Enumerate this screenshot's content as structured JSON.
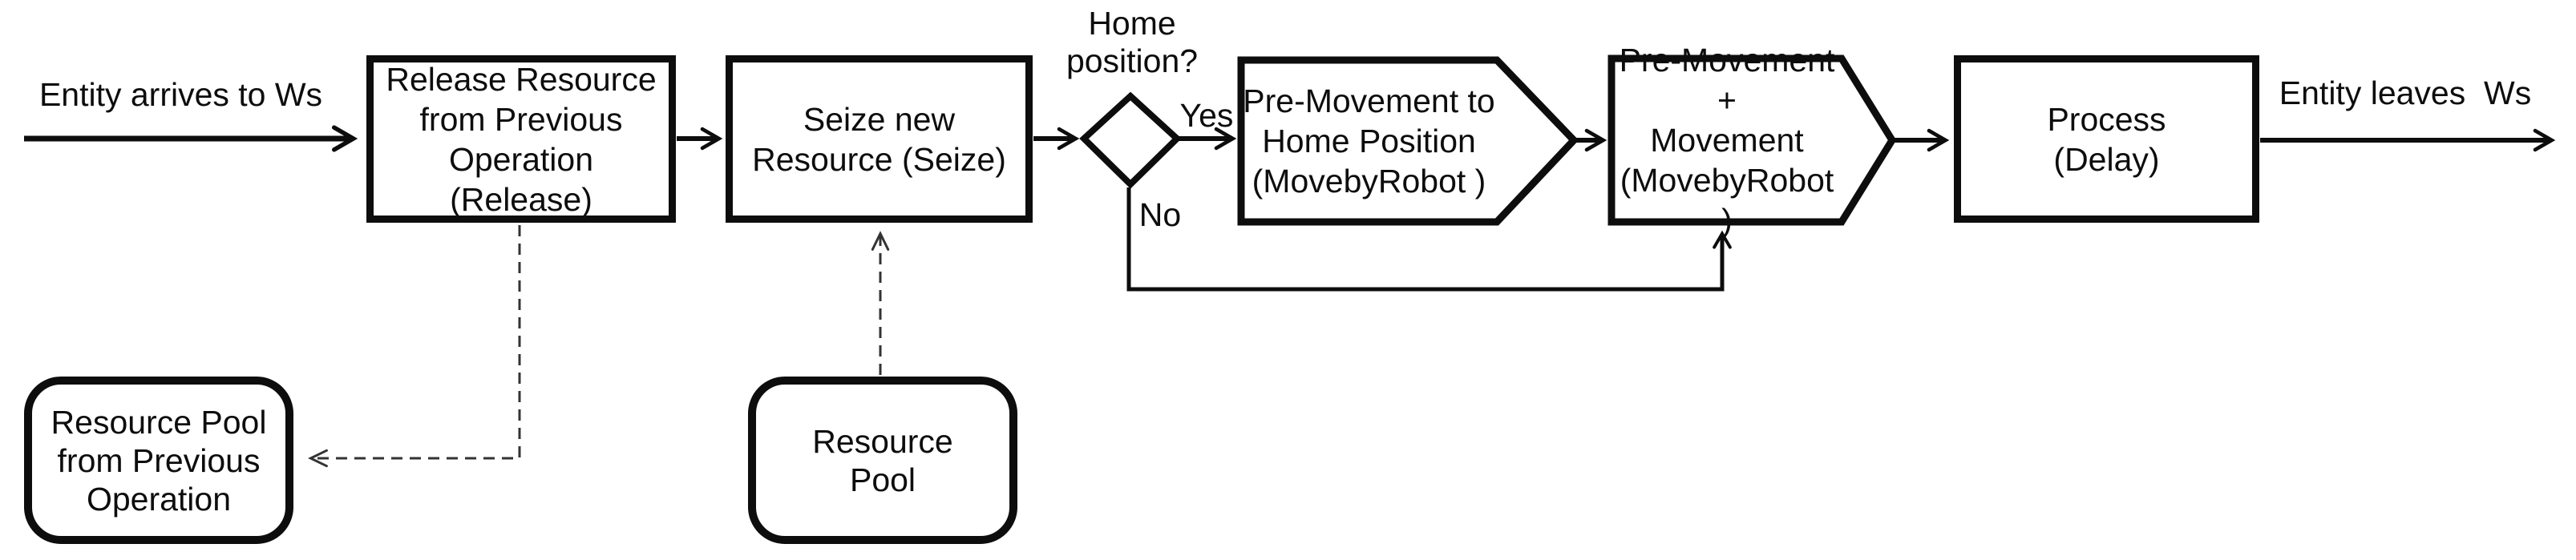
{
  "diagram": {
    "type": "flowchart",
    "colors": {
      "stroke": "#0d0d0d",
      "dashed_stroke": "#333333",
      "background": "#ffffff"
    },
    "edge_labels": {
      "entry": "Entity arrives to Ws",
      "exit": "Entity leaves  Ws",
      "yes": "Yes",
      "no": "No"
    },
    "decision": {
      "question": "Home\nposition?"
    },
    "nodes": {
      "release": {
        "shape": "rectangle",
        "lines": [
          "Release Resource",
          "from Previous",
          "Operation (Release)"
        ]
      },
      "seize": {
        "shape": "rectangle",
        "lines": [
          "Seize new",
          "Resource (Seize)"
        ]
      },
      "pre_movement_home": {
        "shape": "pentagon",
        "lines": [
          "Pre-Movement to",
          "Home Position",
          "(MovebyRobot )"
        ]
      },
      "pre_movement_movement": {
        "shape": "pentagon",
        "lines": [
          "Pre-Movement +",
          "Movement",
          "(MovebyRobot )"
        ]
      },
      "process": {
        "shape": "rectangle",
        "lines": [
          "Process",
          "(Delay)"
        ]
      },
      "resource_pool_previous": {
        "shape": "rounded",
        "lines": [
          "Resource Pool",
          "from Previous",
          "Operation"
        ]
      },
      "resource_pool": {
        "shape": "rounded",
        "lines": [
          "Resource",
          "Pool"
        ]
      }
    }
  }
}
